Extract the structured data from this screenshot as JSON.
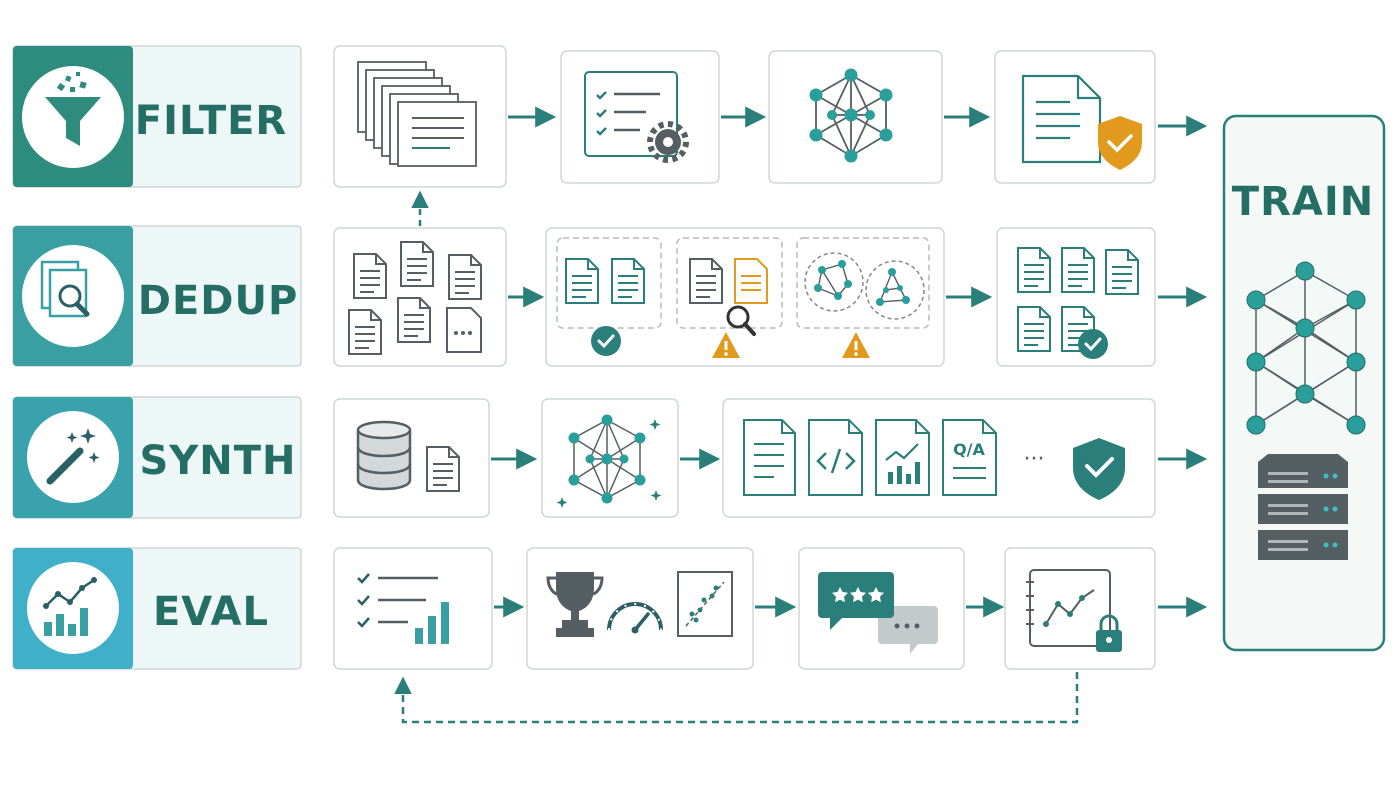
{
  "rows": [
    {
      "label": "FILTER",
      "icon": "funnel-icon"
    },
    {
      "label": "DEDUP",
      "icon": "document-search-icon"
    },
    {
      "label": "SYNTH",
      "icon": "magic-wand-icon"
    },
    {
      "label": "EVAL",
      "icon": "chart-growth-icon"
    }
  ],
  "train": {
    "label": "TRAIN"
  },
  "colors": {
    "teal_dark": "#2e8c7e",
    "teal": "#3a9fa2",
    "teal_light": "#3fb0c8",
    "card_bg": "#eef7f7",
    "border": "#cfd6d6",
    "icon": "#2a7f7a",
    "gray": "#555e63",
    "orange": "#e29a1e",
    "label": "#246e66"
  },
  "labels": {
    "qa_doc": "Q/A",
    "ellipsis": "···"
  }
}
